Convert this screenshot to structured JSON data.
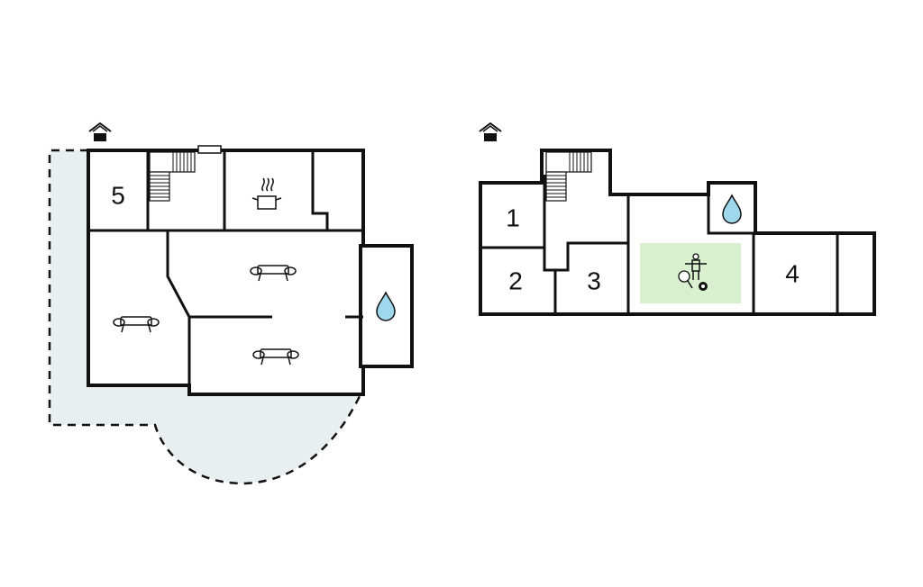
{
  "floors": [
    {
      "id": "ground",
      "rooms": [
        {
          "label": "5",
          "kind": "bedroom"
        },
        {
          "label": "",
          "kind": "staircase"
        },
        {
          "label": "",
          "kind": "kitchen",
          "icon": "cooking-pot-icon"
        },
        {
          "label": "",
          "kind": "storage"
        },
        {
          "label": "",
          "kind": "living-room",
          "icon": "sofa-icon"
        },
        {
          "label": "",
          "kind": "living-room",
          "icon": "sofa-icon"
        },
        {
          "label": "",
          "kind": "living-room",
          "icon": "sofa-icon"
        },
        {
          "label": "",
          "kind": "bathroom",
          "icon": "water-drop-icon"
        }
      ],
      "entrance_icon": "house-entrance-icon",
      "terrace_color": "#e9eef0"
    },
    {
      "id": "lower",
      "rooms": [
        {
          "label": "1",
          "kind": "bedroom"
        },
        {
          "label": "2",
          "kind": "bedroom"
        },
        {
          "label": "3",
          "kind": "bedroom"
        },
        {
          "label": "4",
          "kind": "bedroom"
        },
        {
          "label": "",
          "kind": "staircase"
        },
        {
          "label": "",
          "kind": "bathroom",
          "icon": "water-drop-icon"
        },
        {
          "label": "",
          "kind": "game-room",
          "icon": "games-icon"
        },
        {
          "label": "",
          "kind": "storage"
        }
      ],
      "entrance_icon": "house-entrance-icon",
      "game_room_color": "#d8f0cd"
    }
  ],
  "colors": {
    "wall": "#111111",
    "water": "#9fd8ec",
    "terrace": "#e9eef0",
    "game_room": "#d8f0cd"
  }
}
